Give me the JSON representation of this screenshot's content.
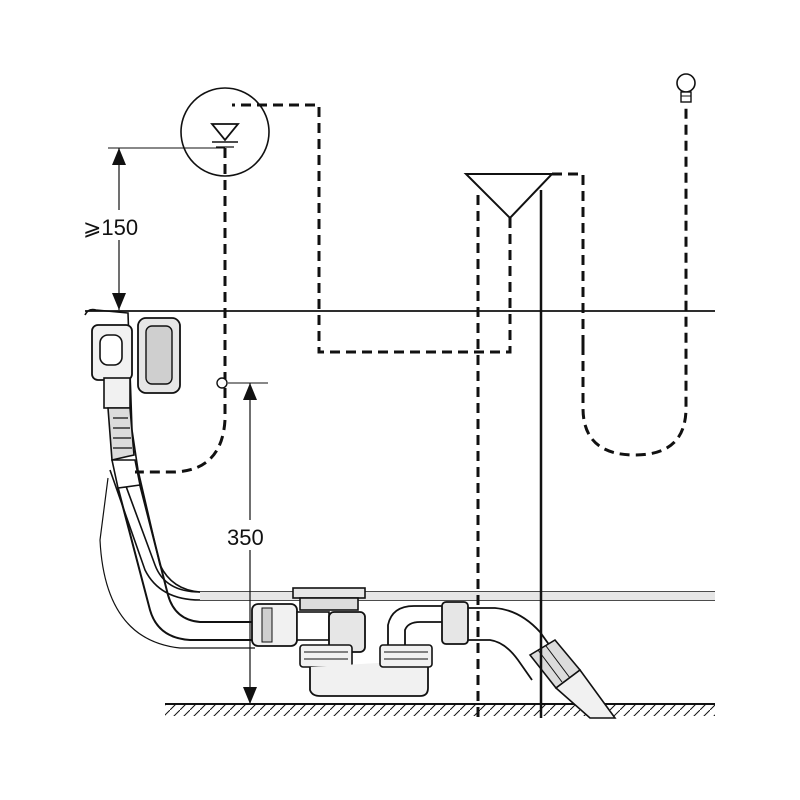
{
  "dimensions": {
    "upper": "⩾150",
    "lower": "350"
  },
  "colors": {
    "line": "#111111",
    "fill_light": "#e6e6e6",
    "fill_mid": "#cfcfcf",
    "background": "#ffffff"
  },
  "icons": [
    "water-level-symbol",
    "funnel-icon",
    "bulb-icon",
    "dimension-arrow"
  ]
}
